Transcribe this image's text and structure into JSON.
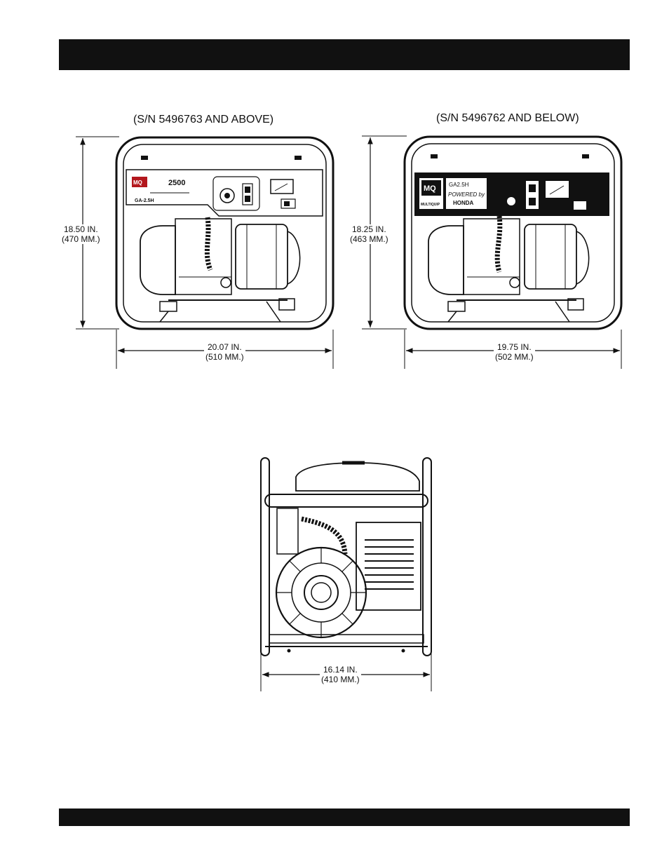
{
  "captions": {
    "left": "(S/N 5496763 AND ABOVE)",
    "right": "(S/N 5496762 AND BELOW)"
  },
  "front_new": {
    "height_in": "18.50 IN.",
    "height_mm": "(470 MM.)",
    "width_in": "20.07 IN.",
    "width_mm": "(510 MM.)",
    "model": "2500",
    "model_code": "GA-2.5H"
  },
  "front_old": {
    "height_in": "18.25 IN.",
    "height_mm": "(463 MM.)",
    "width_in": "19.75 IN.",
    "width_mm": "(502 MM.)",
    "model_code": "GA2.5H",
    "powered_by": "POWERED by",
    "brand": "HONDA"
  },
  "side": {
    "width_in": "16.14 IN.",
    "width_mm": "(410 MM.)"
  },
  "logo": {
    "mark": "MQ",
    "name": "MULTIQUIP"
  }
}
